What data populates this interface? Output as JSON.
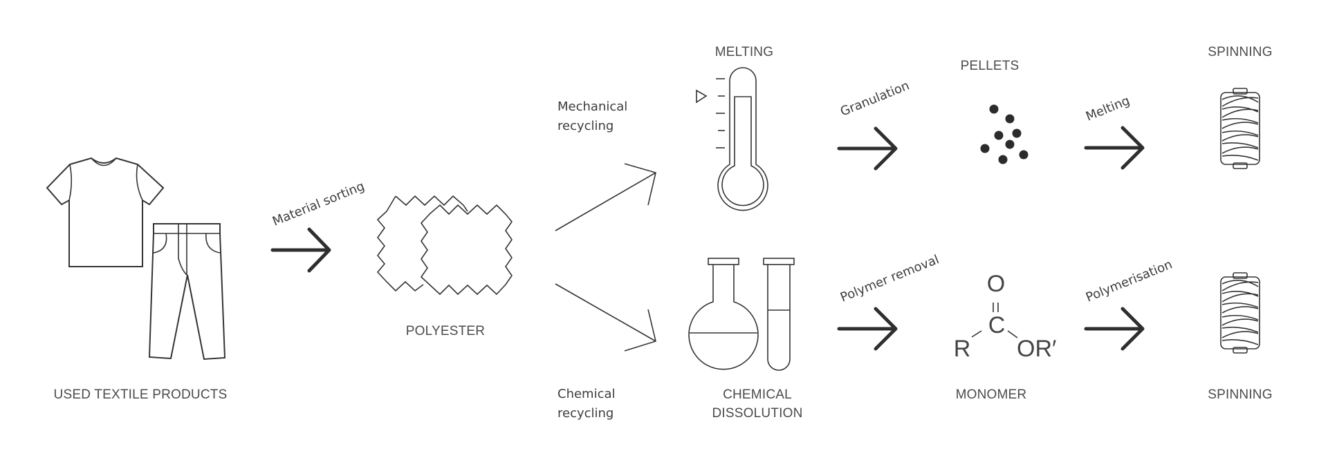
{
  "nodes": {
    "used_textile": "USED TEXTILE PRODUCTS",
    "polyester": "POLYESTER",
    "melting": "MELTING",
    "chemical_dissolution_line1": "CHEMICAL",
    "chemical_dissolution_line2": "DISSOLUTION",
    "pellets": "PELLETS",
    "monomer": "MONOMER",
    "spinning_top": "SPINNING",
    "spinning_bottom": "SPINNING"
  },
  "branches": {
    "mechanical_line1": "Mechanical",
    "mechanical_line2": "recycling",
    "chemical_line1": "Chemical",
    "chemical_line2": "recycling"
  },
  "edges": {
    "material_sorting": "Material sorting",
    "granulation": "Granulation",
    "melting": "Melting",
    "polymer_removal": "Polymer removal",
    "polymerisation": "Polymerisation"
  },
  "monomer_formula": {
    "oxygen": "O",
    "double_bond": "=",
    "carbon": "C",
    "r_group": "R",
    "ester_group": "OR′"
  },
  "icons": {
    "clothing": "tshirt-and-pants-icon",
    "fabric": "fabric-swatch-icon",
    "thermometer": "thermometer-icon",
    "lab_glassware": "flask-and-test-tube-icon",
    "pellets": "pellets-icon",
    "spool": "thread-spool-icon"
  }
}
